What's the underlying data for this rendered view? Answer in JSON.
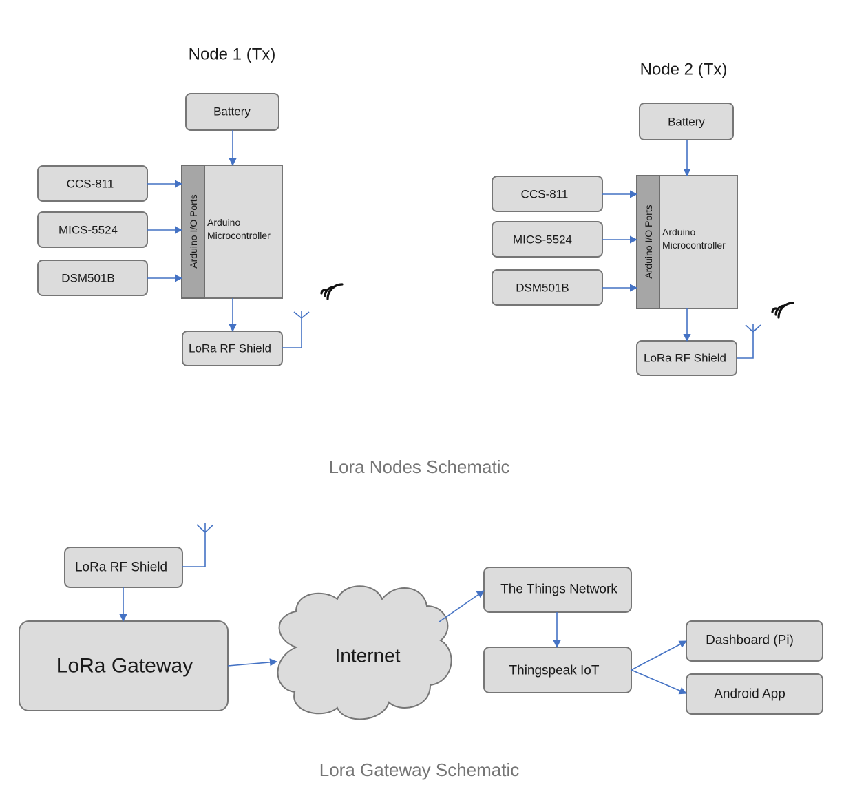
{
  "node1": {
    "title": "Node 1 (Tx)",
    "battery": "Battery",
    "sensors": [
      "CCS-811",
      "MICS-5524",
      "DSM501B"
    ],
    "ports": "Arduino I/O Ports",
    "mcu_line1": "Arduino",
    "mcu_line2": "Microcontroller",
    "rf": "LoRa RF Shield"
  },
  "node2": {
    "title": "Node 2 (Tx)",
    "battery": "Battery",
    "sensors": [
      "CCS-811",
      "MICS-5524",
      "DSM501B"
    ],
    "ports": "Arduino I/O Ports",
    "mcu_line1": "Arduino",
    "mcu_line2": "Microcontroller",
    "rf": "LoRa RF Shield"
  },
  "nodes_caption": "Lora Nodes Schematic",
  "gateway": {
    "rf": "LoRa RF Shield",
    "gateway": "LoRa Gateway",
    "internet": "Internet",
    "ttn": "The Things Network",
    "thingspeak": "Thingspeak IoT",
    "dashboard": "Dashboard (Pi)",
    "android": "Android App"
  },
  "gateway_caption": "Lora Gateway Schematic",
  "colors": {
    "connector": "#4472c4",
    "box_fill": "#dcdcdc",
    "caption": "#757575"
  }
}
